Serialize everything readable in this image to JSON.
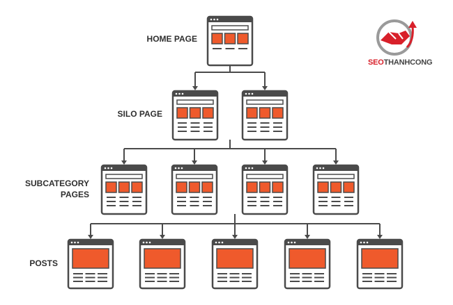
{
  "labels": {
    "home": "HOME PAGE",
    "silo": "SILO PAGE",
    "subcategory_line1": "SUBCATEGORY",
    "subcategory_line2": "PAGES",
    "posts": "POSTS"
  },
  "logo": {
    "brand_part1": "SEO",
    "brand_part2": "THANHCONG",
    "icon": "handshake-logo-icon"
  },
  "hierarchy": {
    "home_pages": 1,
    "silo_pages": 2,
    "subcategory_pages": 4,
    "posts": 5
  },
  "colors": {
    "frame": "#4a4a4a",
    "accent": "#ef5a2c",
    "logo_red": "#d8202a",
    "logo_gray": "#444444",
    "text": "#2f2f2f"
  }
}
